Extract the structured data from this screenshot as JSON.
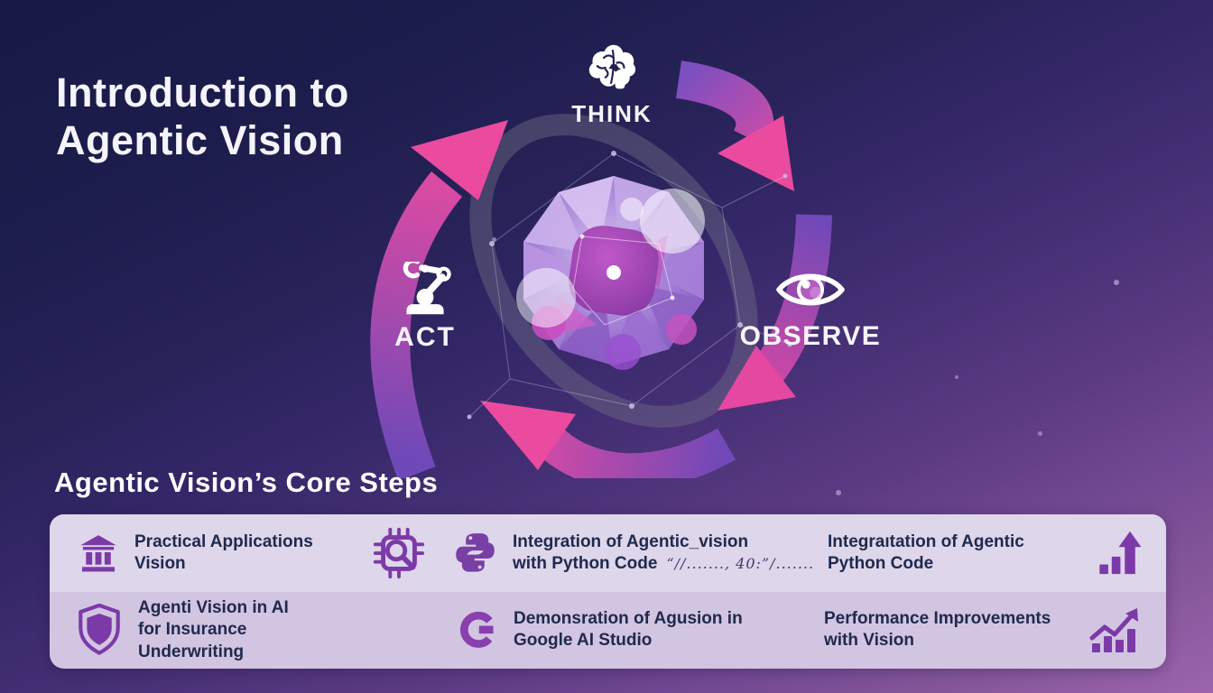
{
  "title": "Introduction to\nAgentic Vision",
  "diagram": {
    "steps": [
      {
        "label": "THINK",
        "icon": "brain-icon"
      },
      {
        "label": "OBSERVE",
        "icon": "eye-icon"
      },
      {
        "label": "ACT",
        "icon": "robot-arm-icon"
      }
    ]
  },
  "core_steps": {
    "heading": "Agentic Vision’s Core Steps",
    "rows": [
      {
        "items": [
          {
            "icon": "bank-icon",
            "text": "Practical Applications\nVision"
          },
          {
            "icon": "chip-search-icon",
            "text": ""
          },
          {
            "icon": "python-icon",
            "line1": "Integration of Agentic_vision",
            "line2": "with Python Code",
            "code": "“//......., 40:”/......."
          },
          {
            "icon": "",
            "text": "Integraıtation of Agentic\nPython Code"
          },
          {
            "icon": "bar-chart-up-icon",
            "text": ""
          }
        ]
      },
      {
        "items": [
          {
            "icon": "shield-icon",
            "text": "Agenti Vision in AI\nfor Insurance\nUnderwriting"
          },
          {
            "icon": "google-g-icon",
            "text": "Demonsration of Agusion in\nGoogle AI Studio"
          },
          {
            "icon": "",
            "text": "Performance Improvements\nwith Vision"
          },
          {
            "icon": "trend-chart-icon",
            "text": ""
          }
        ]
      }
    ]
  },
  "colors": {
    "accent_pink": "#ea4b9f",
    "accent_purple": "#7b4fc0",
    "icon_purple": "#7c3aa8",
    "panel_row1": "#ded6ea",
    "panel_row2": "#d2c5e1",
    "text_dark": "#20294e",
    "bg_top": "#171a45",
    "bg_bottom": "#9c64ae"
  }
}
